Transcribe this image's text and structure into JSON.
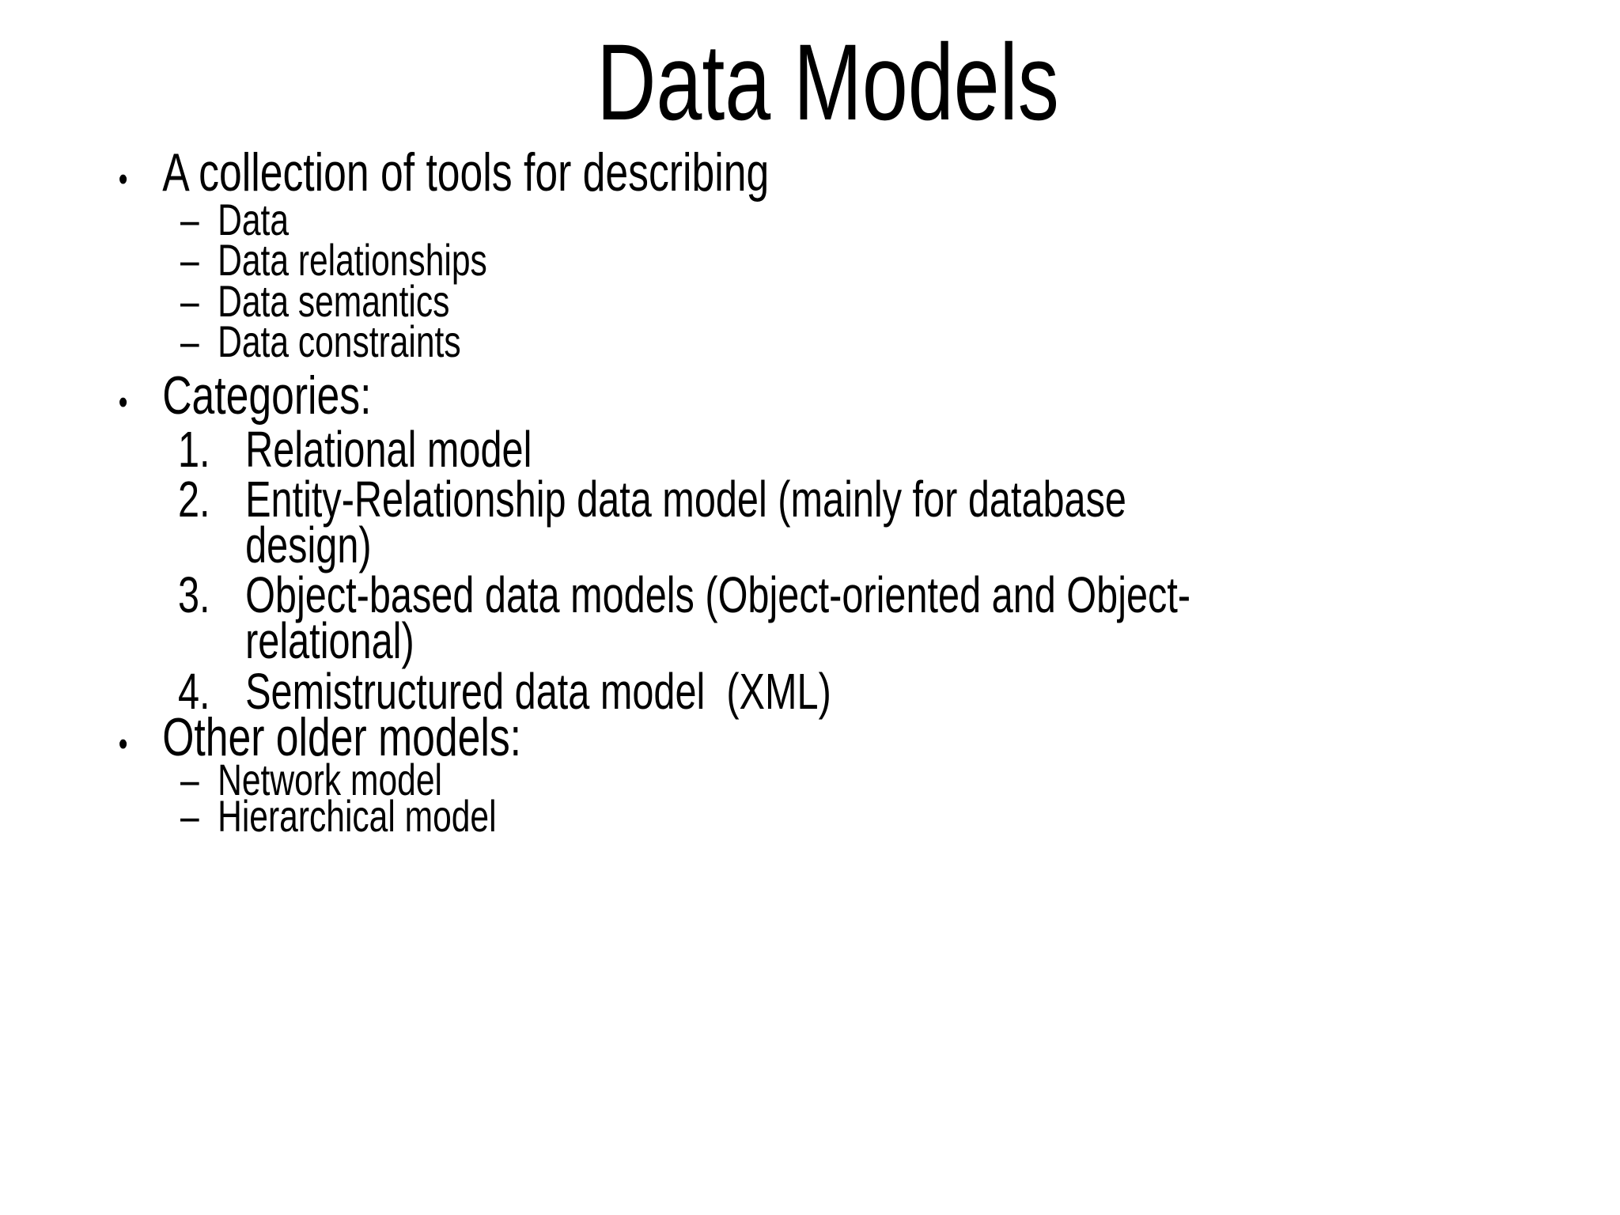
{
  "slide": {
    "title": "Data Models",
    "markers": {
      "bullet": "•",
      "dash": "–"
    },
    "sections": [
      {
        "type": "bullet",
        "text": "A collection of tools for describing",
        "children": [
          "Data",
          "Data relationships",
          "Data semantics",
          "Data constraints"
        ]
      },
      {
        "type": "bullet",
        "text": "Categories:",
        "numbered": [
          {
            "num": "1.",
            "text": "Relational model"
          },
          {
            "num": "2.",
            "text": "Entity-Relationship data model (mainly for database design)"
          },
          {
            "num": "3.",
            "text": "Object-based data models (Object-oriented and Object-relational)"
          },
          {
            "num": "4.",
            "text": "Semistructured data model  (XML)"
          }
        ]
      },
      {
        "type": "bullet",
        "text": "Other older models:",
        "children": [
          "Network model",
          "Hierarchical model"
        ]
      }
    ]
  }
}
